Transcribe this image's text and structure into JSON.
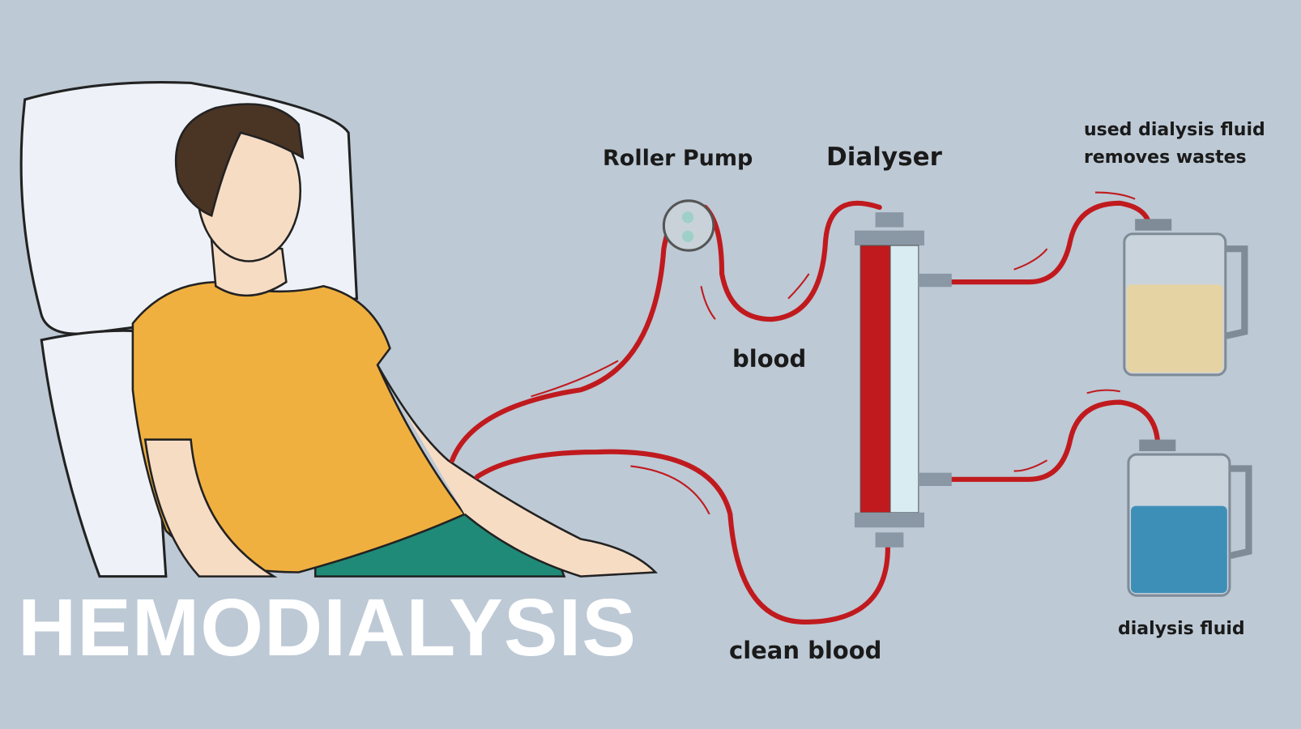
{
  "title": "HEMODIALYSIS",
  "labels": {
    "roller_pump": "Roller Pump",
    "dialyser": "Dialyser",
    "used_fluid_line1": "used dialysis fluid",
    "used_fluid_line2": "removes wastes",
    "blood": "blood",
    "clean_blood": "clean blood",
    "dialysis_fluid": "dialysis fluid"
  },
  "colors": {
    "background": "#bdc9d5",
    "tube": "#c01a1e",
    "shirt": "#f0b040",
    "pants": "#1f8a78",
    "used_fluid": "#e6d3a4",
    "fresh_fluid": "#3e8fb8"
  }
}
